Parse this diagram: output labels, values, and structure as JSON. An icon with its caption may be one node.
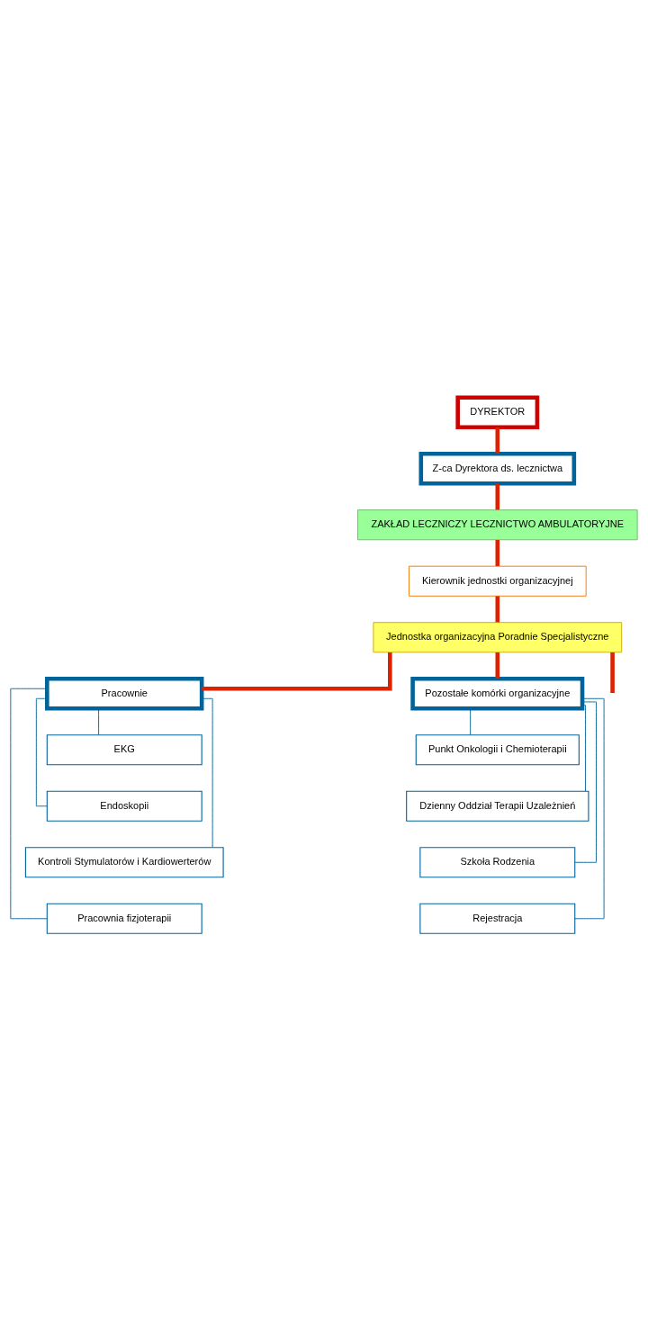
{
  "diagram": {
    "nodes": [
      {
        "text": [
          "DYREKTOR"
        ]
      },
      {
        "text": [
          "Z-ca Dyrektora ds. lecznictwa"
        ]
      },
      {
        "text": [
          "ZAKŁAD LECZNICZY LECZNICTWO AMBULATORYJNE"
        ]
      },
      {
        "text": [
          "Kierownik jednostki organizacyjnej"
        ]
      },
      {
        "text": [
          "Jednostka organizacyjna Poradnie Specjalistyczne"
        ]
      },
      {
        "text": [
          "Pracownie"
        ]
      },
      {
        "text": [
          "EKG"
        ]
      },
      {
        "text": [
          "Endoskopii"
        ]
      },
      {
        "text": [
          "Kontroli Stymulatorów i Kardiowerterów"
        ]
      },
      {
        "text": [
          "Pracownia fizjoterapii"
        ]
      },
      {
        "text": [
          "Pozostałe komórki organizacyjne"
        ]
      },
      {
        "text": [
          "Punkt Onkologii i Chemioterapii"
        ]
      },
      {
        "text": [
          "Dzienny Oddział Terapii Uzależnień"
        ]
      },
      {
        "text": [
          "Szkoła Rodzenia"
        ]
      },
      {
        "text": [
          "Rejestracja"
        ]
      }
    ],
    "edges": [
      {
        "from": 0,
        "to": 1,
        "arrow": "none",
        "style": "thick",
        "color": "#dd2200"
      },
      {
        "from": 1,
        "to": 2,
        "arrow": "none",
        "style": "thick",
        "color": "#dd2200"
      },
      {
        "from": 2,
        "to": 3,
        "arrow": "none",
        "style": "thick",
        "color": "#dd2200"
      },
      {
        "from": 3,
        "to": 4,
        "arrow": "none",
        "style": "thick",
        "color": "#dd2200"
      },
      {
        "from": 4,
        "to": null,
        "arrow": "none",
        "style": "thick",
        "color": "#dd2200"
      },
      {
        "from": 4,
        "to": 5,
        "arrow": "none",
        "style": "thick",
        "color": "#dd2200"
      },
      {
        "from": 4,
        "to": 10,
        "arrow": "none",
        "style": "thick",
        "color": "#dd2200"
      },
      {
        "from": 5,
        "to": 6,
        "arrow": "none"
      },
      {
        "from": 5,
        "to": 7,
        "arrow": "none"
      },
      {
        "from": 5,
        "to": 8,
        "arrow": "none"
      },
      {
        "from": 5,
        "to": 9,
        "arrow": "none"
      },
      {
        "from": 10,
        "to": 11,
        "arrow": "none"
      },
      {
        "from": 10,
        "to": 12,
        "arrow": "none"
      },
      {
        "from": 10,
        "to": 13,
        "arrow": "none"
      },
      {
        "from": 10,
        "to": 14,
        "arrow": "none"
      }
    ]
  }
}
